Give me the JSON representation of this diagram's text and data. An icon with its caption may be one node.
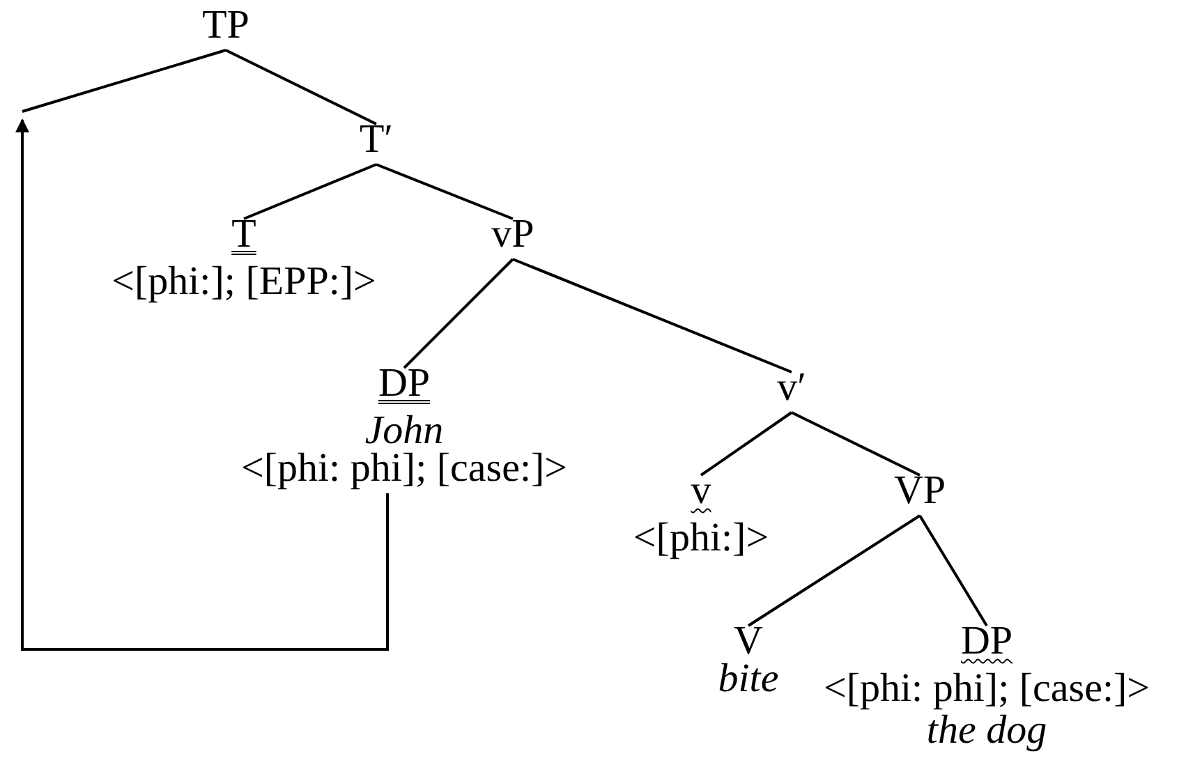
{
  "diagram": {
    "nodes": [
      {
        "text": [
          "TP"
        ]
      },
      {
        "text": [
          "T′"
        ]
      },
      {
        "text": [
          "T",
          "<[phi:]; [EPP:]>"
        ]
      },
      {
        "text": [
          "vP"
        ]
      },
      {
        "text": [
          "DP",
          "John",
          "<[phi: phi]; [case:]>"
        ]
      },
      {
        "text": [
          "v′"
        ]
      },
      {
        "text": [
          "v",
          "<[phi:]>"
        ]
      },
      {
        "text": [
          "VP"
        ]
      },
      {
        "text": [
          "V",
          "bite"
        ]
      },
      {
        "text": [
          "DP",
          "<[phi: phi]; [case:]>",
          "the dog"
        ]
      }
    ],
    "edges": [
      {
        "from": 0,
        "to": null,
        "arrow": "none"
      },
      {
        "from": 0,
        "to": 1,
        "arrow": "none"
      },
      {
        "from": 1,
        "to": 2,
        "arrow": "none"
      },
      {
        "from": 1,
        "to": 3,
        "arrow": "none"
      },
      {
        "from": 3,
        "to": 4,
        "arrow": "none"
      },
      {
        "from": 3,
        "to": 5,
        "arrow": "none"
      },
      {
        "from": 5,
        "to": 6,
        "arrow": "none"
      },
      {
        "from": 5,
        "to": 7,
        "arrow": "none"
      },
      {
        "from": 7,
        "to": 8,
        "arrow": "none"
      },
      {
        "from": 7,
        "to": 9,
        "arrow": "none"
      },
      {
        "from": 4,
        "to": null,
        "arrow": "to"
      }
    ]
  }
}
